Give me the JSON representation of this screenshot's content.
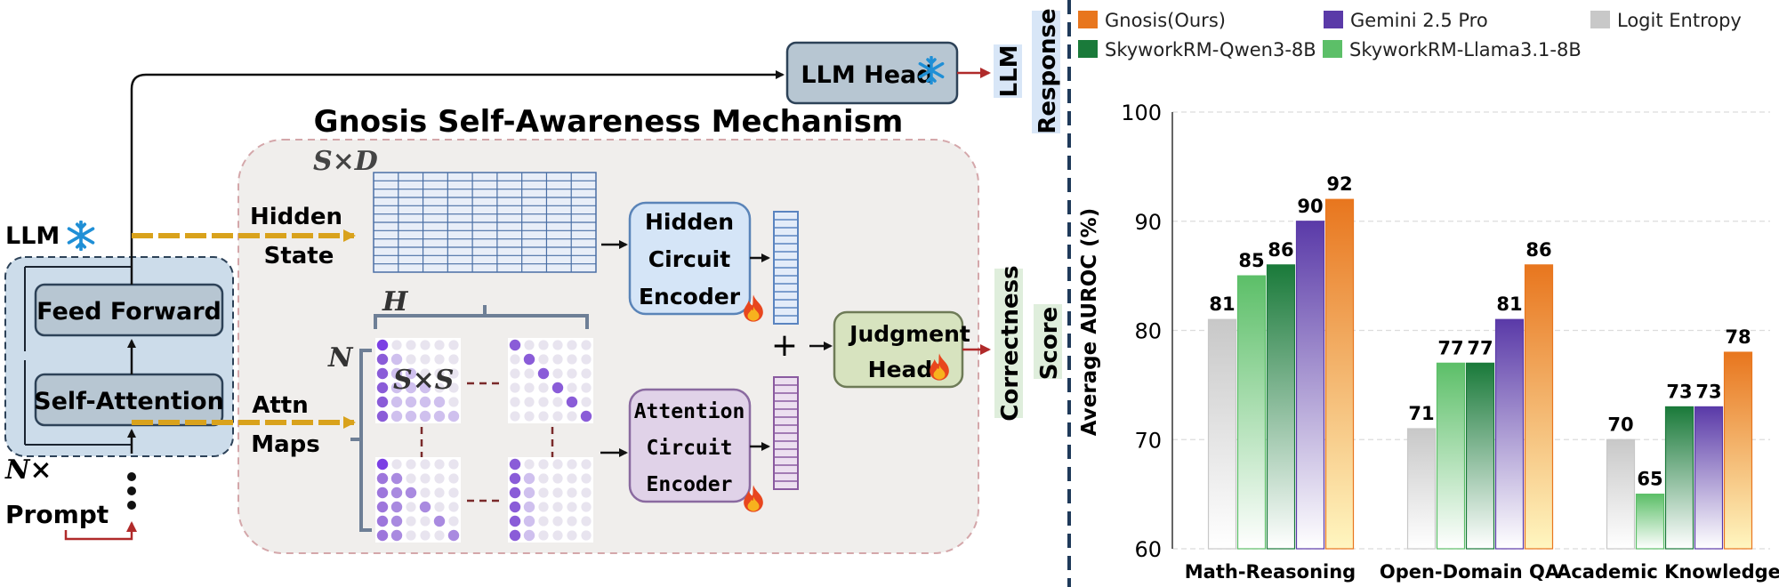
{
  "diagram": {
    "title": "Gnosis Self-Awareness Mechanism",
    "llm_label": "LLM",
    "llm_head_label": "LLM Head",
    "feed_forward_label": "Feed Forward",
    "self_attention_label": "Self-Attention",
    "repeat_label": "N×",
    "prompt_label": "Prompt",
    "hidden_state_label_1": "Hidden",
    "hidden_state_label_2": "State",
    "attn_maps_label_1": "Attn",
    "attn_maps_label_2": "Maps",
    "sd_label": "S×D",
    "h_label": "H",
    "n_label": "N",
    "ss_label": "S×S",
    "hidden_encoder_line1": "Hidden",
    "hidden_encoder_line2": "Circuit",
    "hidden_encoder_line3": "Encoder",
    "attention_encoder_line1": "Attention",
    "attention_encoder_line2": "Circuit",
    "attention_encoder_line3": "Encoder",
    "plus": "+",
    "judgment_head_line1": "Judgment",
    "judgment_head_line2": "Head",
    "llm_response_line1": "LLM",
    "llm_response_line2": "Response",
    "correctness_score_line1": "Correctness",
    "correctness_score_line2": "Score",
    "icons": [
      "snowflake-icon",
      "fire-icon",
      "ellipsis-vertical-icon"
    ]
  },
  "chart_data": {
    "type": "bar",
    "categories": [
      "Math-Reasoning",
      "Open-Domain QA",
      "Academic Knowledge"
    ],
    "series": [
      {
        "name": "Logit Entropy",
        "values": [
          81,
          71,
          70
        ],
        "color": "#c8c8c8"
      },
      {
        "name": "SkyworkRM-Llama3.1-8B",
        "values": [
          85,
          77,
          65
        ],
        "color": "#5cbf68"
      },
      {
        "name": "SkyworkRM-Qwen3-8B",
        "values": [
          86,
          77,
          73
        ],
        "color": "#1a7a3a"
      },
      {
        "name": "Gemini 2.5 Pro",
        "values": [
          90,
          81,
          73
        ],
        "color": "#5a3aa8"
      },
      {
        "name": "Gnosis(Ours)",
        "values": [
          92,
          86,
          78
        ],
        "color": "#e8761e"
      }
    ],
    "legend_order": [
      "Gnosis(Ours)",
      "Gemini 2.5 Pro",
      "Logit Entropy",
      "SkyworkRM-Qwen3-8B",
      "SkyworkRM-Llama3.1-8B"
    ],
    "ylabel": "Average AUROC (%)",
    "ylim": [
      60,
      100
    ],
    "yticks": [
      "60",
      "70",
      "80",
      "90",
      "100"
    ],
    "grid": true,
    "legend_position": "top"
  }
}
